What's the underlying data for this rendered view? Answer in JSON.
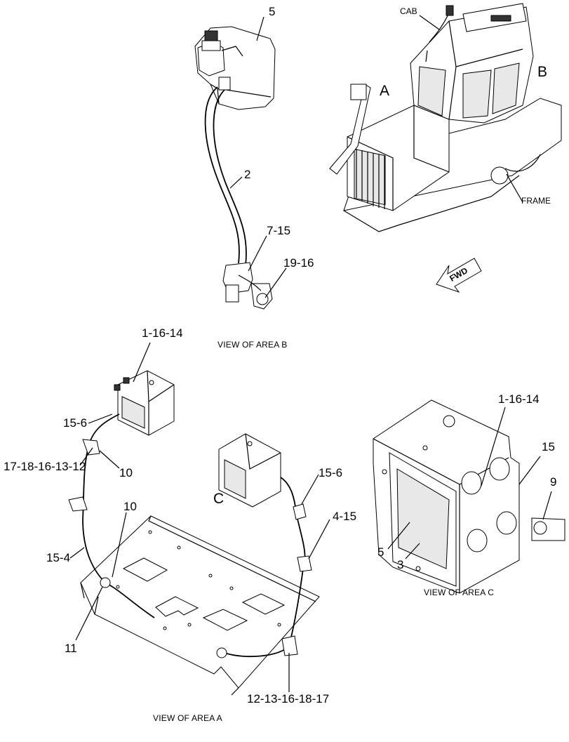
{
  "labels": {
    "l5_top": "5",
    "l2": "2",
    "l7_15": "7-15",
    "l19_16": "19-16",
    "cab": "CAB",
    "a": "A",
    "b": "B",
    "frame": "FRAME",
    "fwd": "FWD",
    "view_b": "VIEW OF AREA B",
    "l1_16_14_a": "1-16-14",
    "l15_6_a": "15-6",
    "l17_18": "17-18-16-13-12",
    "l10_a": "10",
    "l10_b": "10",
    "l15_4": "15-4",
    "l11": "11",
    "c": "C",
    "l15_6_b": "15-6",
    "l4_15": "4-15",
    "l12_13": "12-13-16-18-17",
    "view_a": "VIEW OF AREA A",
    "l1_16_14_c": "1-16-14",
    "l15_c": "15",
    "l9": "9",
    "l5_c": "5",
    "l3": "3",
    "view_c": "VIEW OF AREA C"
  }
}
